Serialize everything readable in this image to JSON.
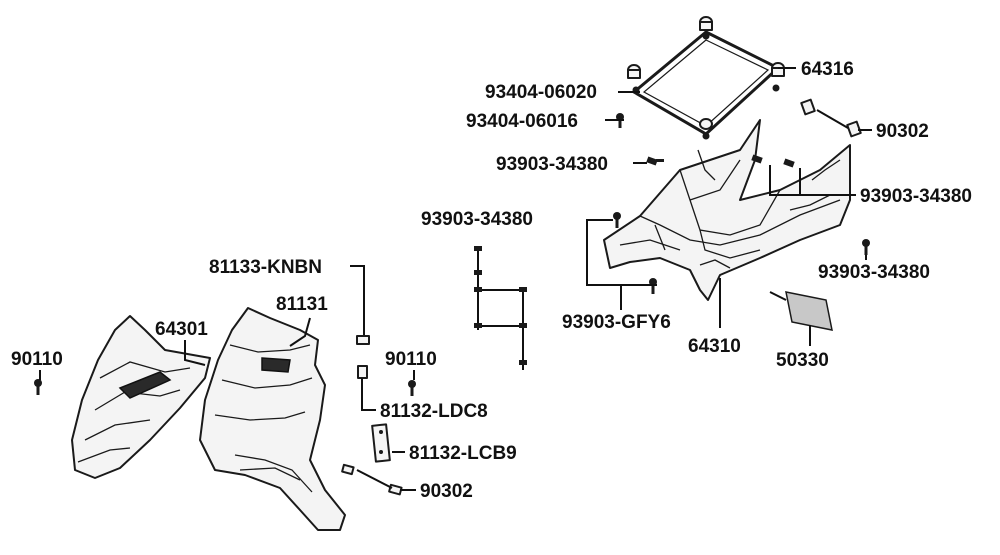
{
  "labels": {
    "l_64316": "64316",
    "l_93404_06020": "93404-06020",
    "l_93404_06016": "93404-06016",
    "l_90302_top": "90302",
    "l_93903_34380_a": "93903-34380",
    "l_93903_34380_b": "93903-34380",
    "l_93903_34380_c": "93903-34380",
    "l_93903_34380_d": "93903-34380",
    "l_81133_KNBN": "81133-KNBN",
    "l_81131": "81131",
    "l_64301": "64301",
    "l_90110_left": "90110",
    "l_90110_right": "90110",
    "l_81132_LDC8": "81132-LDC8",
    "l_81132_LCB9": "81132-LCB9",
    "l_90302_bottom": "90302",
    "l_93903_GFY6": "93903-GFY6",
    "l_64310": "64310",
    "l_50330": "50330"
  },
  "colors": {
    "line": "#111111",
    "part_fill": "#f4f4f4",
    "pad_fill": "#c8c8c8"
  }
}
